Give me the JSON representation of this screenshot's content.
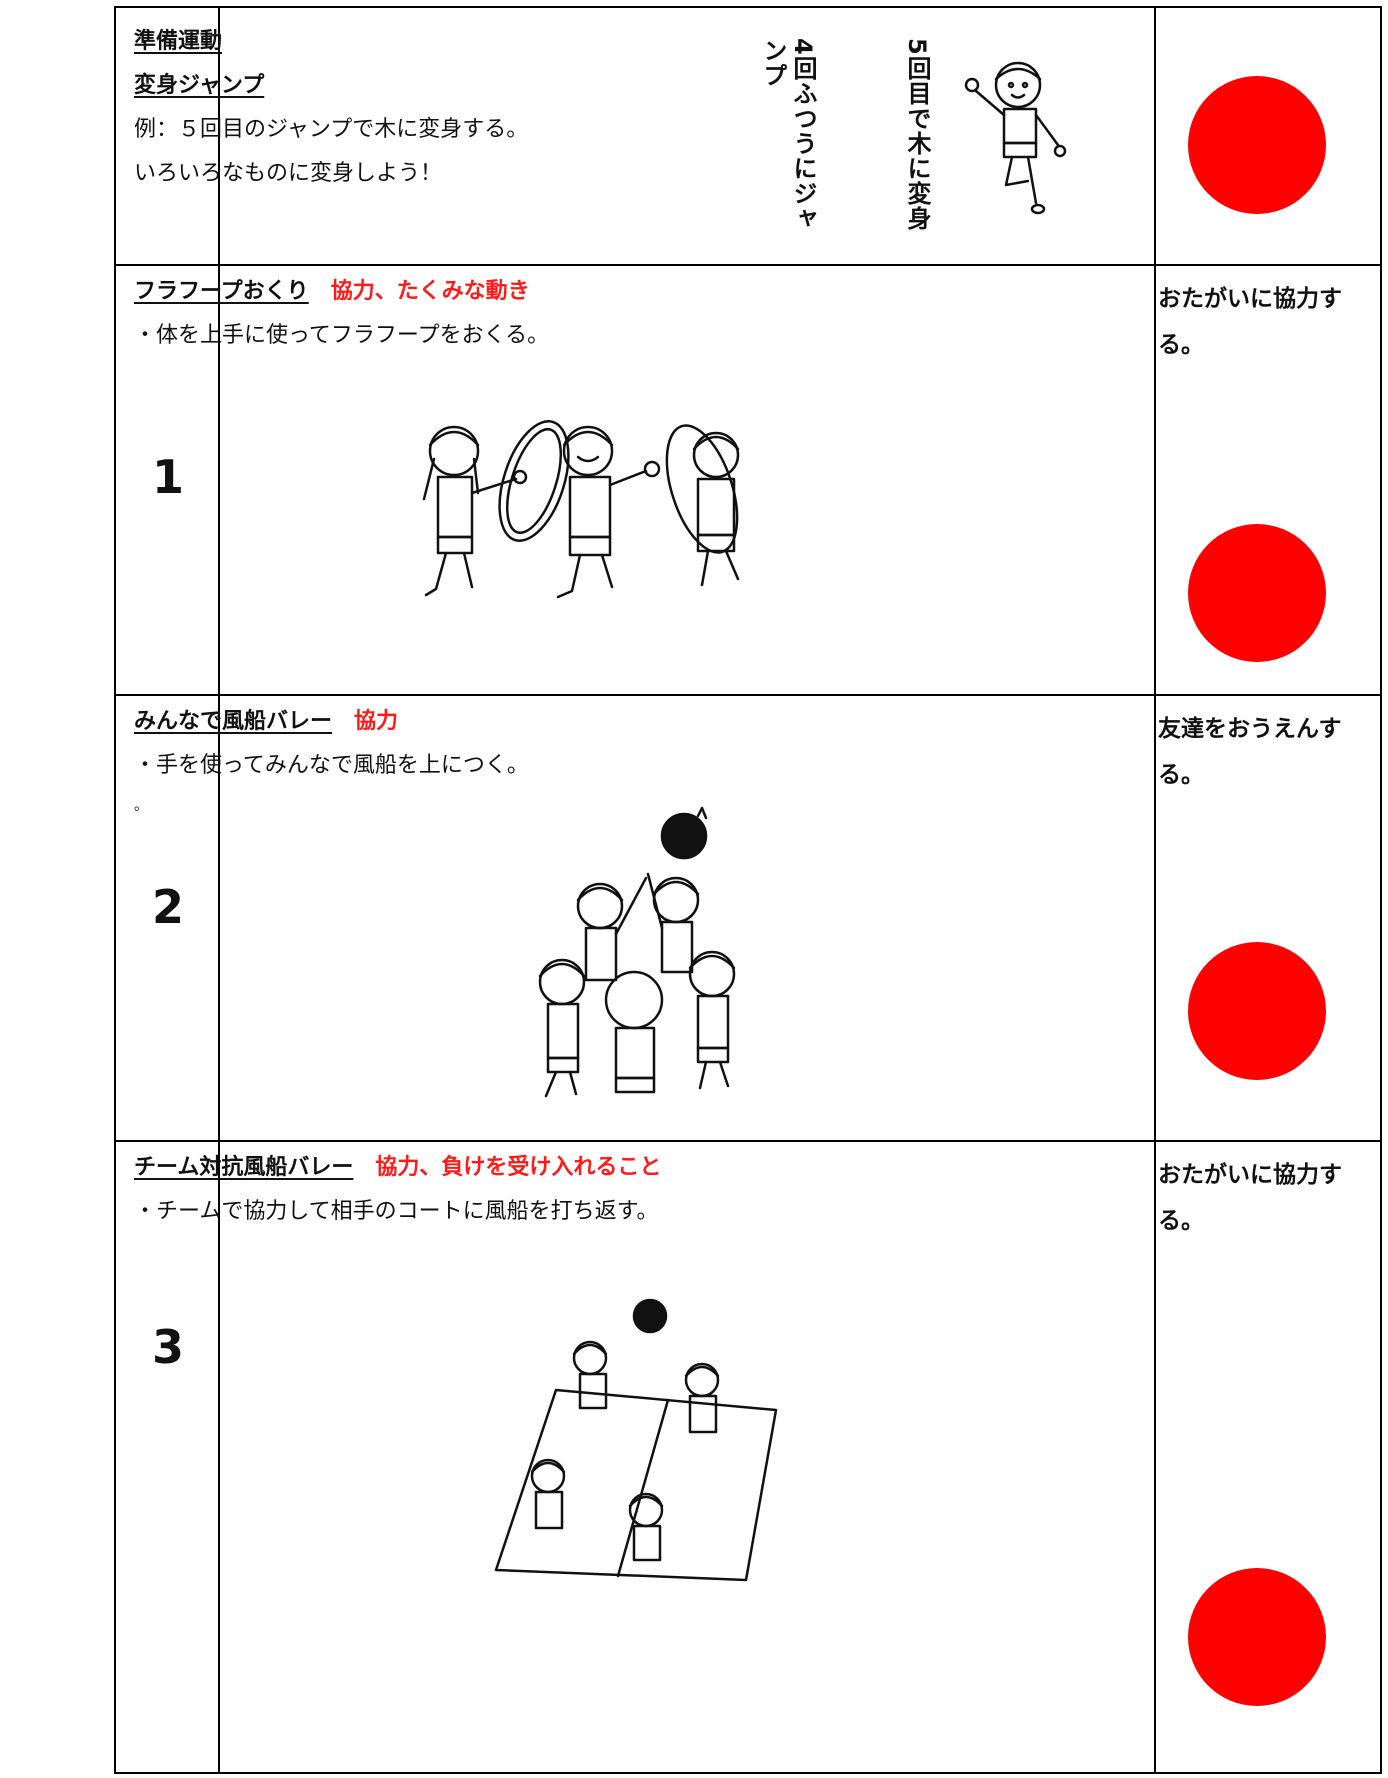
{
  "rows": [
    {
      "number": "",
      "title": "準備運動",
      "subtitle": "変身ジャンプ",
      "lines": [
        "例：５回目のジャンプで木に変身する。",
        "いろいろなものに変身しよう！"
      ],
      "callouts": [
        "4回ふつうにジャンプ",
        "5回目で木に変身"
      ],
      "goal": ""
    },
    {
      "number": "1",
      "title": "フラフープおくり",
      "focus": "協力、たくみな動き",
      "lines": [
        "・体を上手に使ってフラフープをおくる。"
      ],
      "goal": "おたがいに協力する。"
    },
    {
      "number": "2",
      "title": "みんなで風船バレー",
      "focus": "協力",
      "lines": [
        "・手を使ってみんなで風船を上につく。",
        "。"
      ],
      "goal": "友達をおうえんする。"
    },
    {
      "number": "3",
      "title": "チーム対抗風船バレー",
      "focus": "協力、負けを受け入れること",
      "lines": [
        "・チームで協力して相手のコートに風船を打ち返す。"
      ],
      "goal": "おたがいに協力する。"
    }
  ],
  "colors": {
    "focus": "#ff1a1a",
    "dot": "#ff0000",
    "border": "#000000"
  },
  "icons": [
    "child-jumping-drawing",
    "hula-hoop-children-drawing",
    "balloon-circle-drawing",
    "team-court-drawing"
  ]
}
